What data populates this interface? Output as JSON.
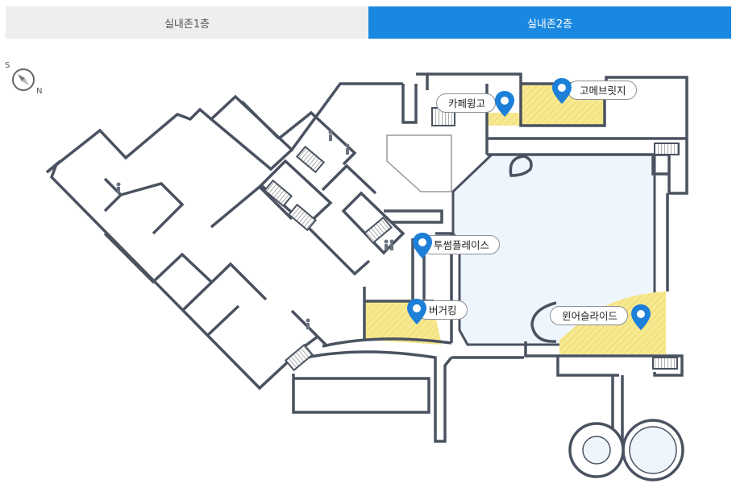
{
  "tabs": [
    {
      "label": "실내존1층",
      "active": false
    },
    {
      "label": "실내존2층",
      "active": true
    }
  ],
  "compass": {
    "south": "S",
    "north": "N",
    "icon": "compass-icon"
  },
  "colors": {
    "accent": "#1a88e0",
    "wall": "#4a5260",
    "store": "#f5e58e",
    "water": "#eef5fc",
    "pin": "#1d7fd8"
  },
  "places": [
    {
      "name": "카페윙고",
      "icon": "map-pin-icon"
    },
    {
      "name": "고메브릿지",
      "icon": "map-pin-icon"
    },
    {
      "name": "투썸플레이스",
      "icon": "map-pin-icon"
    },
    {
      "name": "버거킹",
      "icon": "map-pin-icon"
    },
    {
      "name": "윈어슬라이드",
      "icon": "map-pin-icon"
    }
  ]
}
